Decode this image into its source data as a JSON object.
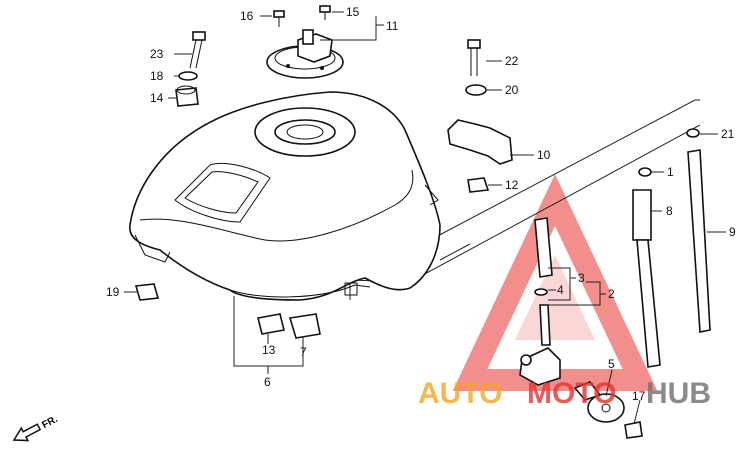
{
  "labels": {
    "p1": "1",
    "p2": "2",
    "p3": "3",
    "p4": "4",
    "p5": "5",
    "p6": "6",
    "p7": "7",
    "p8": "8",
    "p9": "9",
    "p10": "10",
    "p11": "11",
    "p12": "12",
    "p13": "13",
    "p14": "14",
    "p15": "15",
    "p16": "16",
    "p17": "17",
    "p18": "18",
    "p19": "19",
    "p20": "20",
    "p21": "21",
    "p22": "22",
    "p23": "23"
  },
  "direction": {
    "label": "FR."
  },
  "watermark": {
    "part1": "AUTO",
    "part2": "MOTO",
    "part3": "HUB"
  },
  "colors": {
    "watermark_orange": "#f5a623",
    "watermark_red": "#e8322f",
    "watermark_gray": "#6f6f6f",
    "line": "#222222"
  }
}
